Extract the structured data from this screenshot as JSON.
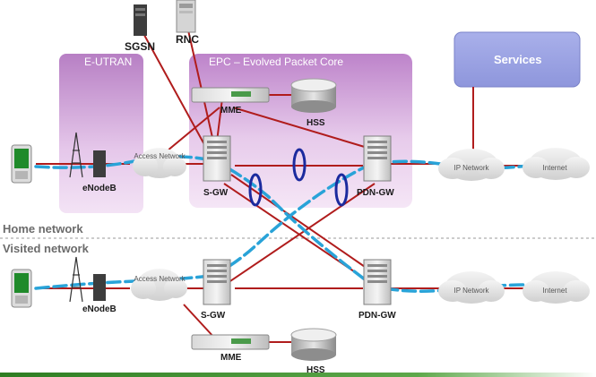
{
  "labels": {
    "sgsn": "SGSN",
    "rnc": "RNC",
    "eutran": "E-UTRAN",
    "epc": "EPC – Evolved Packet Core",
    "services": "Services",
    "mme_home": "MME",
    "hss_home": "HSS",
    "access_network_home": "Access Network",
    "sgw_home": "S-GW",
    "pdngw_home": "PDN-GW",
    "ip_network_home": "IP Network",
    "internet_home": "Internet",
    "enodeb_home": "eNodeB",
    "home_network": "Home network",
    "visited_network": "Visited network",
    "access_network_visited": "Access Network",
    "ip_network_visited": "IP Network",
    "internet_visited": "Internet",
    "enodeb_visited": "eNodeB",
    "sgw_visited": "S-GW",
    "pdngw_visited": "PDN-GW",
    "mme_visited": "MME",
    "hss_visited": "HSS"
  },
  "colors": {
    "link": "#b01c1c",
    "user_plane": "#29a3d8",
    "tunnel_ring": "#1b2a9e",
    "eutran_box": "#c58bcf",
    "epc_box": "#c98fd2",
    "services_box": "#9fa6e4",
    "cloud": "#e2e2e2",
    "bottom_bar": "#3b8a2a"
  }
}
